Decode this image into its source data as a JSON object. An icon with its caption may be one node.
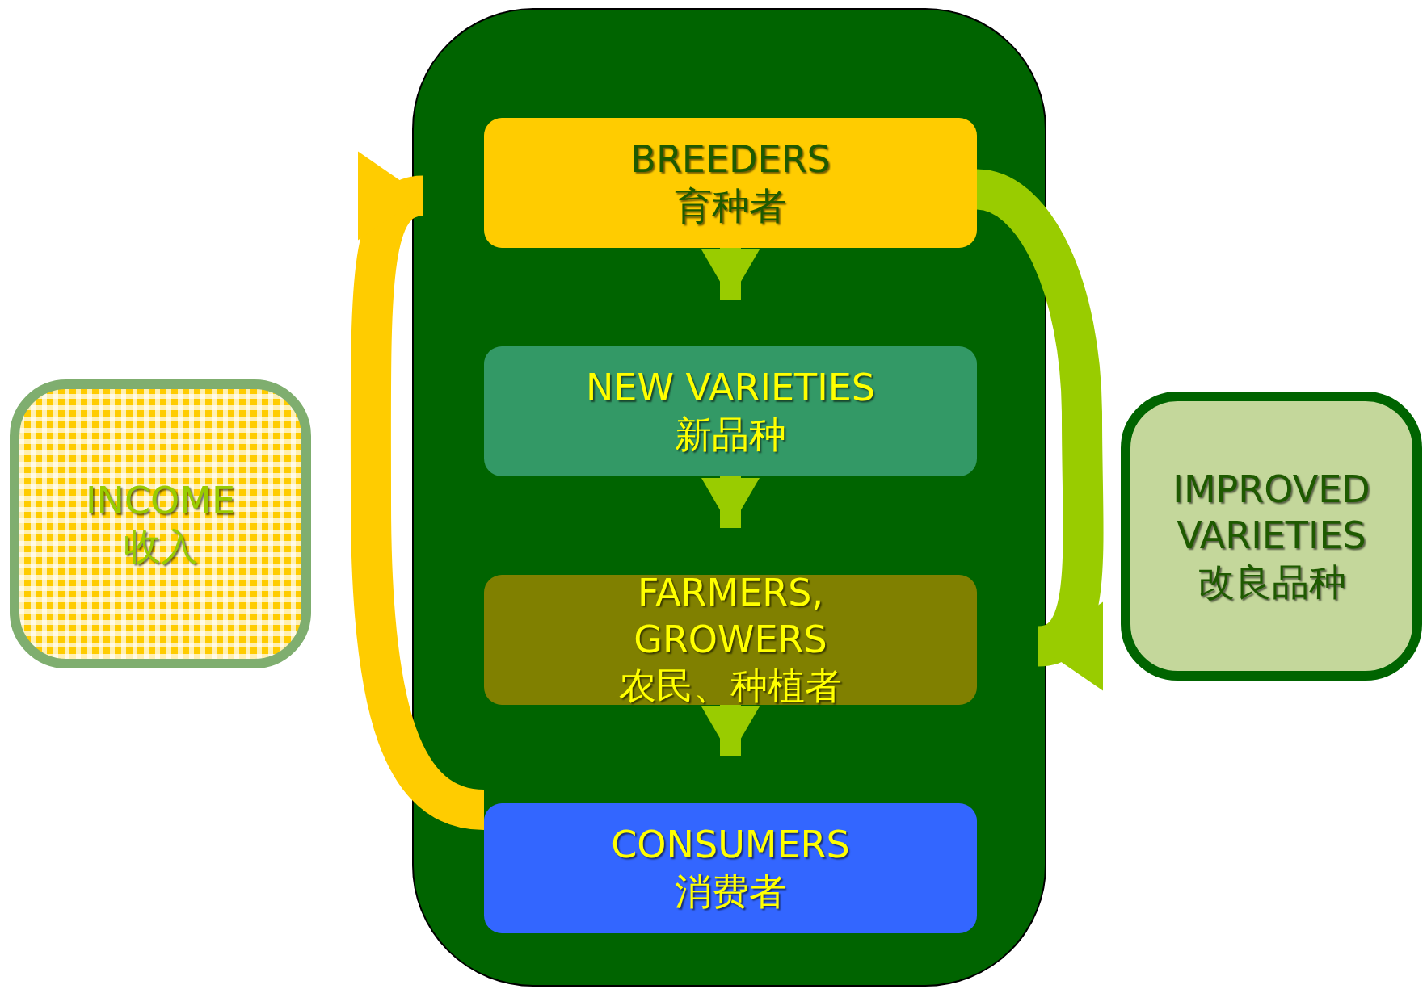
{
  "diagram": {
    "nodes": [
      {
        "text": [],
        "shape": "box"
      },
      {
        "text": [
          "BREEDERS",
          "育种者"
        ],
        "in": 0
      },
      {
        "text": [
          "NEW VARIETIES",
          "新品种"
        ],
        "in": 0
      },
      {
        "text": [
          "FARMERS, GROWERS",
          "农民、种植者"
        ],
        "in": 0
      },
      {
        "text": [
          "CONSUMERS",
          "消费者"
        ],
        "in": 0
      },
      {
        "text": [
          "INCOME",
          "收入"
        ]
      },
      {
        "text": [
          "IMPROVED VARIETIES",
          "改良品种"
        ]
      }
    ],
    "edges": [
      {
        "from": 1,
        "to": 2,
        "arrow": "to"
      },
      {
        "from": 2,
        "to": 3,
        "arrow": "to"
      },
      {
        "from": 3,
        "to": 4,
        "arrow": "to"
      },
      {
        "from": 4,
        "to": 1,
        "arrow": "to",
        "style": "thick",
        "color": "#ffcc00"
      },
      {
        "from": 1,
        "to": 3,
        "arrow": "to",
        "style": "thick",
        "color": "#99cc00"
      }
    ]
  }
}
